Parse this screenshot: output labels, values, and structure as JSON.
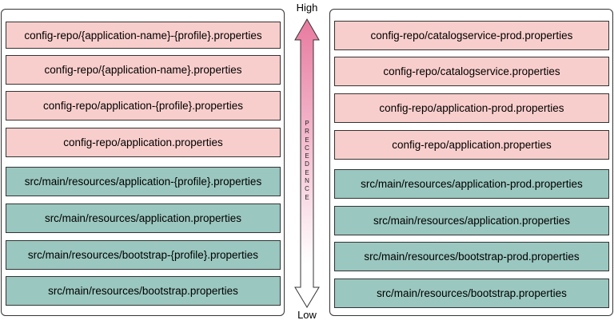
{
  "colors": {
    "pink_fill": "#f8cecc",
    "teal_fill": "#9ac7bf",
    "arrow_fill": "#ffffff"
  },
  "left": {
    "config_items": [
      "config-repo/{application-name}-{profile}.properties",
      "config-repo/{application-name}.properties",
      "config-repo/application-{profile}.properties",
      "config-repo/application.properties"
    ],
    "local_items": [
      "src/main/resources/application-{profile}.properties",
      "src/main/resources/application.properties",
      "src/main/resources/bootstrap-{profile}.properties",
      "src/main/resources/bootstrap.properties"
    ]
  },
  "right": {
    "config_items": [
      "config-repo/catalogservice-prod.properties",
      "config-repo/catalogservice.properties",
      "config-repo/application-prod.properties",
      "config-repo/application.properties"
    ],
    "local_items": [
      "src/main/resources/application-prod.properties",
      "src/main/resources/application.properties",
      "src/main/resources/bootstrap-prod.properties",
      "src/main/resources/bootstrap.properties"
    ]
  },
  "arrow": {
    "high_label": "High",
    "low_label": "Low",
    "label": "PRECEDENCE"
  }
}
